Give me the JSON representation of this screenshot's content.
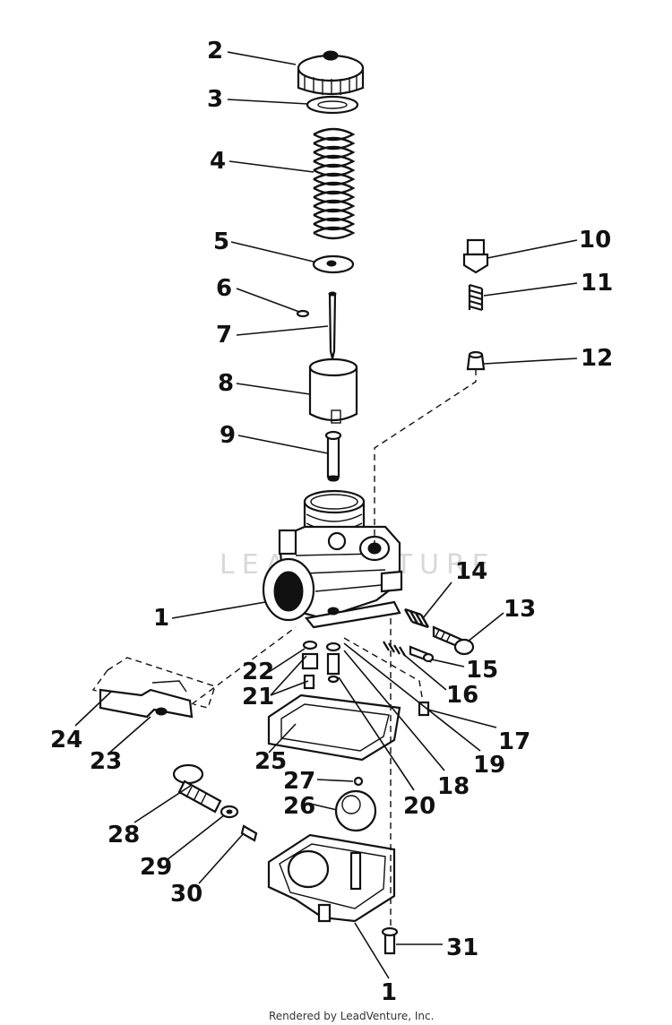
{
  "diagram": {
    "callouts": {
      "c1a": "1",
      "c1b": "1",
      "c2": "2",
      "c3": "3",
      "c4": "4",
      "c5": "5",
      "c6": "6",
      "c7": "7",
      "c8": "8",
      "c9": "9",
      "c10": "10",
      "c11": "11",
      "c12": "12",
      "c13": "13",
      "c14": "14",
      "c15": "15",
      "c16": "16",
      "c17": "17",
      "c18": "18",
      "c19": "19",
      "c20": "20",
      "c21": "21",
      "c22": "22",
      "c23": "23",
      "c24": "24",
      "c25": "25",
      "c26": "26",
      "c27": "27",
      "c28": "28",
      "c29": "29",
      "c30": "30",
      "c31": "31"
    },
    "watermark": "LEADVENTURE",
    "footer": "Rendered by LeadVenture, Inc."
  }
}
